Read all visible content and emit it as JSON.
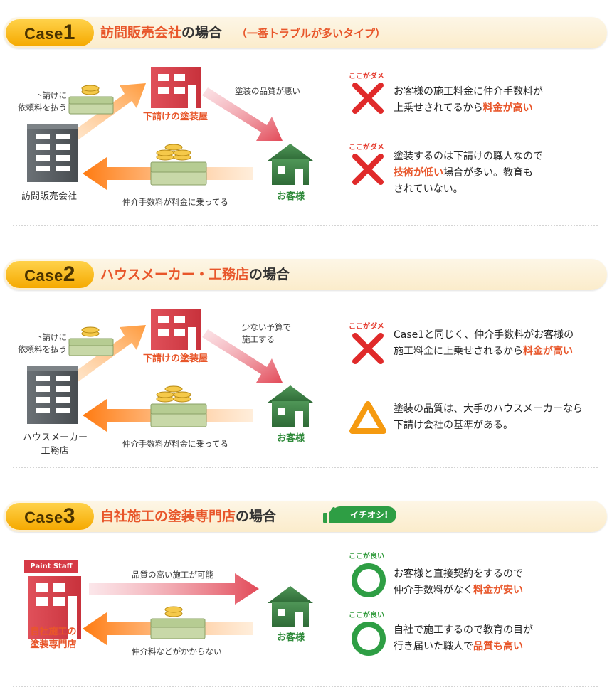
{
  "case1": {
    "label": "Case",
    "num": "1",
    "title_main": "訪問販売会社",
    "title_suffix": "の場合",
    "note": "（一番トラブルが多いタイプ）",
    "sub_req_line1": "下請けに",
    "sub_req_line2": "依頼料を払う",
    "subcontractor": "下請けの塗装屋",
    "quality_label": "塗装の品質が悪い",
    "company": "訪問販売会社",
    "customer": "お客様",
    "fee_label": "仲介手数料が料金に乗ってる",
    "points": [
      {
        "tag": "ここがダメ",
        "line1": "お客様の施工料金に仲介手数料が",
        "line2_pre": "上乗せされてるから",
        "line2_hl": "料金が高い",
        "line2_post": ""
      },
      {
        "tag": "ここがダメ",
        "line1": "塗装するのは下請けの職人なので",
        "line2_hl": "技術が低い",
        "line2_post": "場合が多い。教育も",
        "line3": "されていない。"
      }
    ]
  },
  "case2": {
    "label": "Case",
    "num": "2",
    "title_main": "ハウスメーカー・工務店",
    "title_suffix": "の場合",
    "sub_req_line1": "下請けに",
    "sub_req_line2": "依頼料を払う",
    "subcontractor": "下請けの塗装屋",
    "budget_line1": "少ない予算で",
    "budget_line2": "施工する",
    "company_line1": "ハウスメーカー",
    "company_line2": "工務店",
    "customer": "お客様",
    "fee_label": "仲介手数料が料金に乗ってる",
    "points": [
      {
        "tag": "ここがダメ",
        "line1": "Case1と同じく、仲介手数料がお客様の",
        "line2_pre": "施工料金に上乗せされるから",
        "line2_hl": "料金が高い"
      },
      {
        "line1": "塗装の品質は、大手のハウスメーカーなら",
        "line2": "下請け会社の基準がある。"
      }
    ]
  },
  "case3": {
    "label": "Case",
    "num": "3",
    "title_main": "自社施工の塗装専門店",
    "title_suffix": "の場合",
    "badge": "イチオシ!",
    "shop_sign": "Paint Staff",
    "shop_line1": "自社施工の",
    "shop_line2": "塗装専門店",
    "quality_label": "品質の高い施工が可能",
    "fee_label": "仲介料などがかからない",
    "customer": "お客様",
    "points": [
      {
        "tag": "ここが良い",
        "line1": "お客様と直接契約をするので",
        "line2_pre": "仲介手数料がなく",
        "line2_hl": "料金が安い"
      },
      {
        "tag": "ここが良い",
        "line1": "自社で施工するので教育の目が",
        "line2_pre": "行き届いた職人で",
        "line2_hl": "品質も高い"
      }
    ]
  },
  "colors": {
    "accent": "#e8562a",
    "pill": "#f5a900",
    "house": "#3d7a45",
    "building": "#5b6166",
    "subcontractor": "#d6404a",
    "good": "#2e9e44"
  }
}
